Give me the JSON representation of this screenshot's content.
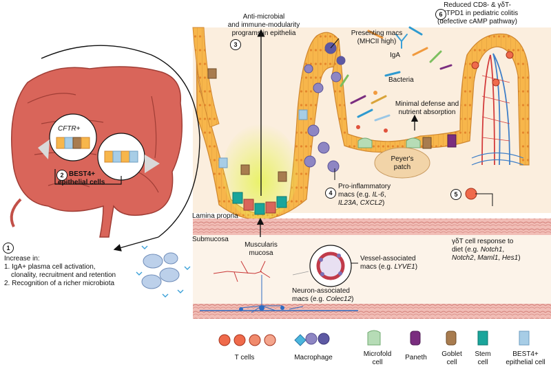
{
  "anti_microbial": {
    "line1": "Anti-microbial",
    "line2": "and immune-modularity",
    "line3": "programs in epithelia",
    "num": "3"
  },
  "presenting": {
    "line1": "Presenting macs",
    "line2": "(MHCII high)"
  },
  "reduced": {
    "line1": "Reduced CD8- & γδT-",
    "line2": "ENTPD1 in pediatric colitis",
    "line3": "(defective cAMP pathway)",
    "num": "6"
  },
  "iga": "IgA",
  "bacteria": "Bacteria",
  "minimal": {
    "line1": "Minimal defense and",
    "line2": "nutrient absorption"
  },
  "peyers": {
    "line1": "Peyer's",
    "line2": "patch"
  },
  "cftr": "CFTR+",
  "best4_callout": {
    "num": "2",
    "line1": "BEST4+",
    "line2": "epithelial cells"
  },
  "proinflam": {
    "num": "4",
    "line1": "Pro-inflammatory",
    "line2_pre": "macs (e.g. ",
    "g1": "IL-6",
    "sep1": ",",
    "g2": "IL23A",
    "sep2": ", ",
    "g3": "CXCL2",
    "close": ")"
  },
  "gdt": {
    "num": "5",
    "line1": "γδT cell response to",
    "line2_pre": "diet (e.g. ",
    "g1": "Notch1",
    "sep1": ",",
    "g2": "Notch2",
    "sep2": ", ",
    "g3": "Maml1",
    "sep3": ", ",
    "g4": "Hes1",
    "close": ")"
  },
  "lamina": "Lamina propria",
  "submucosa": "Submucosa",
  "muscularis": {
    "line1": "Muscularis",
    "line2": "mucosa"
  },
  "vessel": {
    "line1": "Vessel-associated",
    "line2_pre": "macs (e.g. ",
    "gene": "LYVE1",
    "close": ")"
  },
  "neuron": {
    "line1": "Neuron-associated",
    "line2_pre": "macs (e.g. ",
    "gene": "Colec12",
    "close": ")"
  },
  "increase": {
    "num": "1",
    "title": "Increase in:",
    "item1a": "1. IgA+ plasma cell activation,",
    "item1b": "clonality, recruitment and retention",
    "item2": "2. Recognition of a richer microbiota"
  },
  "legend": {
    "tcells": "T cells",
    "macrophage": "Macrophage",
    "microfold1": "Microfold",
    "microfold2": "cell",
    "paneth": "Paneth",
    "goblet1": "Goblet",
    "goblet2": "cell",
    "stem1": "Stem",
    "stem2": "cell",
    "best41": "BEST4+",
    "best42": "epithelial cell"
  },
  "colors": {
    "colon": "#d9655a",
    "epithelium": "#f7b64b",
    "lamina_bg": "#fbeede",
    "muscle": "#e8a29b",
    "stem": "#1aa59b",
    "best4": "#a7cde6",
    "paneth": "#7a2d7f",
    "goblet": "#a87c4f",
    "macrophage": "#8e86c3",
    "tcell": "#ef6a4b"
  }
}
